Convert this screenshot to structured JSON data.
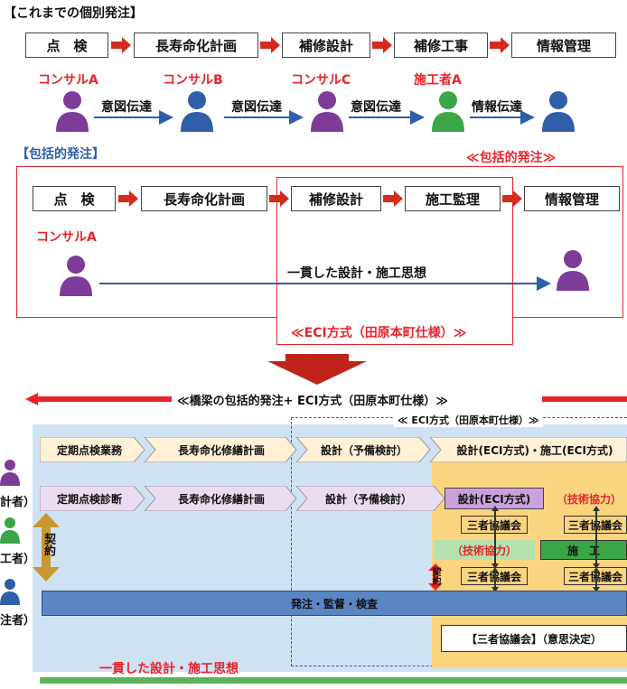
{
  "section1": {
    "title": "【これまでの個別発注】",
    "steps": [
      "点　検",
      "長寿命化計画",
      "補修設計",
      "補修工事",
      "情報管理"
    ],
    "roles": [
      "コンサルA",
      "コンサルB",
      "コンサルC",
      "施工者A"
    ],
    "flows": [
      "意図伝達",
      "意図伝達",
      "意図伝達",
      "情報伝達"
    ]
  },
  "section2": {
    "title": "【包括的発注】",
    "outer_label": "≪包括的発注≫",
    "steps": [
      "点　検",
      "長寿命化計画",
      "補修設計",
      "施工監理",
      "情報管理"
    ],
    "role": "コンサルA",
    "flow": "一貫した設計・施工思想",
    "eci_label": "≪ECI方式（田原本町仕様）≫"
  },
  "section3": {
    "title": "≪橋梁の包括的発注+ ECI方式（田原本町仕様）≫",
    "eci_label": "≪ ECI方式（田原本町仕様）≫",
    "row1": [
      "定期点検業務",
      "長寿命化修繕計画",
      "設計（予備検討）",
      "設計(ECI方式)・施工(ECI方式)"
    ],
    "row2": [
      "定期点検診断",
      "長寿命化修繕計画",
      "設計（予備検討）",
      "設計(ECI方式)",
      "（技術協力）"
    ],
    "sankyo": "三者協議会",
    "gijutsu": "（技術協力）",
    "seko": "施　工",
    "keiyaku": "契約",
    "keiyaku2": "契約",
    "order_bar": "発注・監督・検査",
    "decision": "【三者協議会】（意思決定）",
    "bottom_text": "一貫した設計・施工思想",
    "side_labels": [
      "計者）",
      "工者）",
      "注者）"
    ]
  },
  "colors": {
    "purple": "#7d3c98",
    "blue": "#2e5fa8",
    "green": "#3aa648",
    "red": "#e8232a",
    "arrow_red": "#d42b1e",
    "light_blue": "#cfe2f3",
    "gold": "#fbd480"
  }
}
